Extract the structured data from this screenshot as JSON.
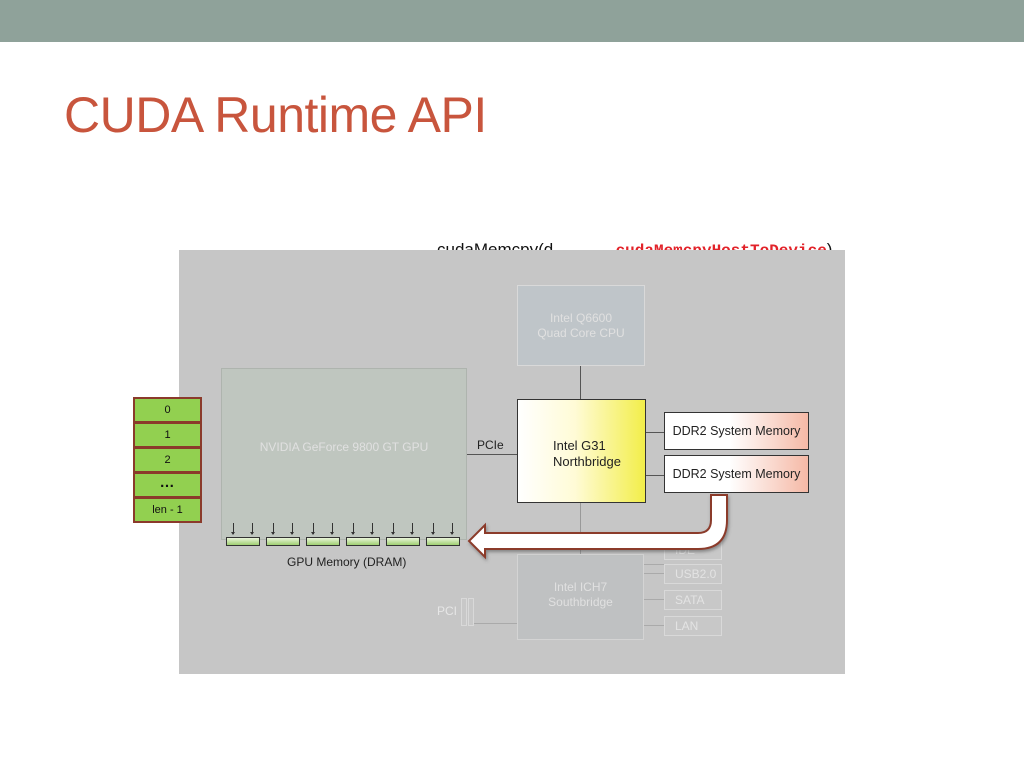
{
  "slide": {
    "title": "CUDA Runtime API",
    "caption_prefix": "cudaMemcpy(d, …, …, ",
    "caption_code": "cudaMemcpyHostToDevice",
    "caption_suffix": ")"
  },
  "diagram": {
    "cpu": {
      "line1": "Intel Q6600",
      "line2": "Quad Core CPU"
    },
    "gpu": {
      "label": "NVIDIA GeForce 9800 GT GPU"
    },
    "northbridge": {
      "line1": "Intel G31",
      "line2": "Northbridge"
    },
    "ddr": [
      "DDR2 System Memory",
      "DDR2 System Memory"
    ],
    "southbridge": {
      "line1": "Intel ICH7",
      "line2": "Southbridge"
    },
    "ports": [
      "IDE",
      "USB2.0",
      "SATA",
      "LAN"
    ],
    "pcie_label": "PCIe",
    "pci_label": "PCI",
    "gpu_memory_label": "GPU Memory (DRAM)",
    "gpu_memory_chip_count": 6
  },
  "array": {
    "cells": [
      "0",
      "1",
      "2",
      "…",
      "len - 1"
    ]
  },
  "colors": {
    "title": "#c8553d",
    "topbar": "#8fa29a",
    "code": "#e2232a",
    "array_fill": "#92d050",
    "array_border": "#8b3a2b"
  }
}
